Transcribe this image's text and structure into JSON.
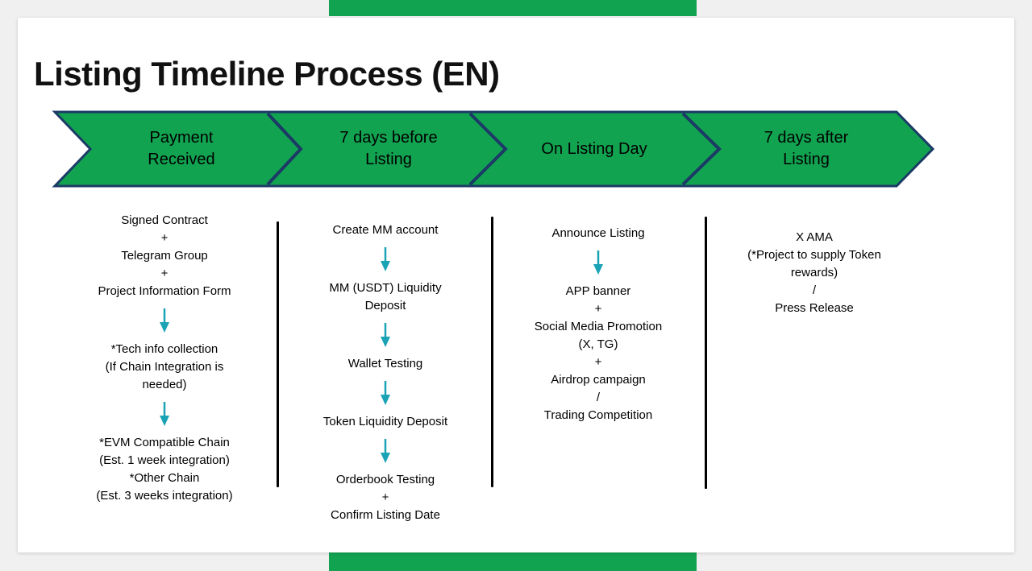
{
  "slide": {
    "title": "Listing Timeline Process (EN)"
  },
  "colors": {
    "green": "#12a351",
    "navy": "#1b3a66",
    "teal": "#1aa2b5",
    "divider": "#000000",
    "background": "#f0f0f1",
    "card": "#ffffff",
    "text": "#000000",
    "title": "#111111"
  },
  "icons": {
    "down_arrow": "down-arrow-icon"
  },
  "stages": [
    {
      "label": "Payment\nReceived",
      "steps": [
        "Signed Contract\n+\nTelegram Group\n+\nProject Information Form",
        "*Tech info collection\n(If Chain Integration is\nneeded)",
        "*EVM Compatible Chain\n(Est. 1 week integration)\n*Other Chain\n(Est. 3 weeks integration)"
      ]
    },
    {
      "label": "7 days before\nListing",
      "steps": [
        "Create MM account",
        "MM (USDT) Liquidity\nDeposit",
        "Wallet Testing",
        "Token Liquidity Deposit",
        "Orderbook Testing\n+\nConfirm Listing Date"
      ]
    },
    {
      "label": "On Listing Day",
      "steps": [
        "Announce Listing",
        "APP banner\n+\nSocial Media Promotion\n(X, TG)\n+\nAirdrop campaign\n/\nTrading Competition"
      ]
    },
    {
      "label": "7 days after\nListing",
      "steps": [
        "X AMA\n(*Project to supply Token\nrewards)\n/\nPress Release"
      ]
    }
  ]
}
